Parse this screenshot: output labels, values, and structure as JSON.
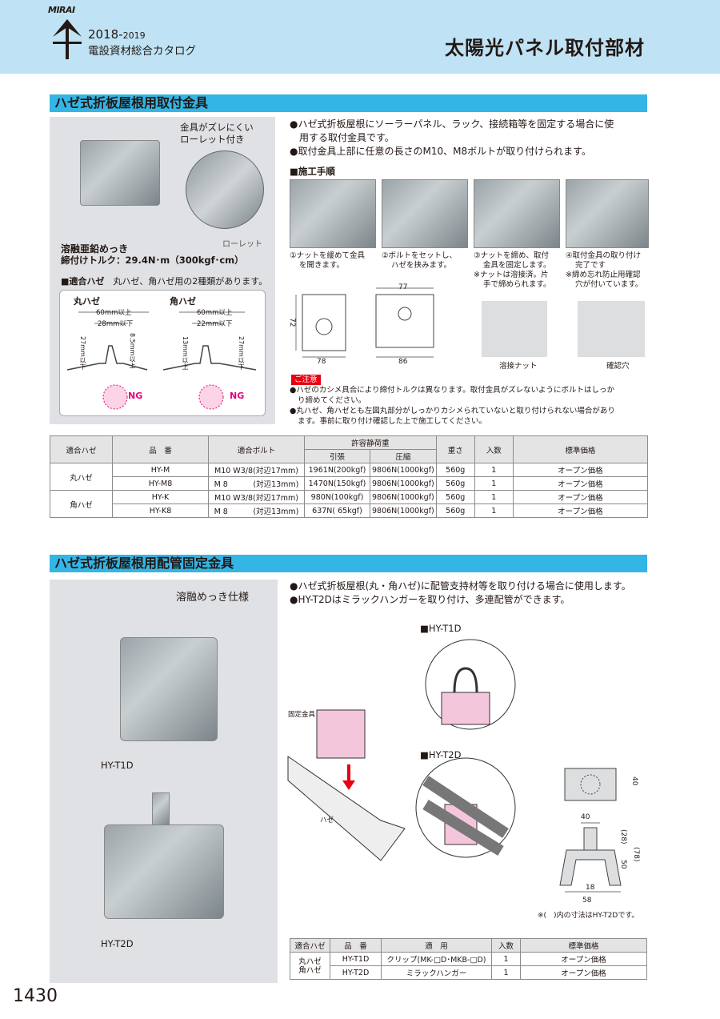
{
  "header": {
    "logo_text": "MIRAI",
    "catalog_year": "2018-",
    "catalog_year_end": "2019",
    "catalog_name": "電設資材総合カタログ",
    "page_title": "太陽光パネル取付部材"
  },
  "section1": {
    "title": "ハゼ式折板屋根用取付金具",
    "callout_knurl": "金具がズレにくい\nローレット付き",
    "knurl_label": "ローレット",
    "plating": "溶融亜鉛めっき",
    "torque": "締付けトルク：29.4N･m（300kgf･cm）",
    "applicable_heading": "■適合ハゼ",
    "applicable_text": "丸ハゼ、角ハゼ用の2種類があります。",
    "round_seam": {
      "label": "丸ハゼ",
      "dim1": "60mm以上",
      "dim2": "28mm以下",
      "dim3": "27mm以下",
      "dim4": "8.5mm以上",
      "ng": "NG"
    },
    "square_seam": {
      "label": "角ハゼ",
      "dim1": "60mm以上",
      "dim2": "22mm以下",
      "dim3": "13mm以上",
      "dim4": "27mm以下",
      "ng": "NG"
    },
    "bullets": [
      "●ハゼ式折板屋根にソーラーパネル、ラック、接続箱等を固定する場合に使",
      "用する取付金具です。",
      "●取付金具上部に任意の長さのM10、M8ボルトが取り付けられます。"
    ],
    "procedure_heading": "■施工手順",
    "steps": [
      {
        "line1": "①ナットを緩めて金具",
        "line2": "を開きます。",
        "line3": "",
        "line4": ""
      },
      {
        "line1": "②ボルトをセットし、",
        "line2": "ハゼを挟みます。",
        "line3": "",
        "line4": ""
      },
      {
        "line1": "③ナットを締め、取付",
        "line2": "金具を固定します。",
        "line3": "※ナットは溶接済。片",
        "line4": "手で締められます。"
      },
      {
        "line1": "④取付金具の取り付け",
        "line2": "完了です",
        "line3": "※締め忘れ防止用確認",
        "line4": "穴が付いています。"
      }
    ],
    "dims": {
      "d72": "72",
      "d78": "78",
      "d77": "77",
      "d86": "86"
    },
    "weld_nut": "溶接ナット",
    "check_hole": "確認穴",
    "caution_label": "ご注意",
    "cautions": [
      "●ハゼのカシメ具合により締付トルクは異なります。取付金具がズレないようにボルトはしっか",
      "り締めてください。",
      "●丸ハゼ、角ハゼとも左図丸部分がしっかりカシメられていないと取り付けられない場合があり",
      "ます。事前に取り付け確認した上で施工してください。"
    ],
    "table": {
      "headers": [
        "適合ハゼ",
        "品　番",
        "適合ボルト",
        "許容静荷重",
        "引張",
        "圧縮",
        "重さ",
        "入数",
        "標準価格"
      ],
      "groups": [
        {
          "seam": "丸ハゼ",
          "rows": [
            {
              "model": "HY-M",
              "bolt": "M10 W3/8(対辺17mm)",
              "tension": "1961N(200kgf)",
              "compression": "9806N(1000kgf)",
              "weight": "560g",
              "qty": "1",
              "price": "オープン価格"
            },
            {
              "model": "HY-M8",
              "bolt": "M 8 　　　(対辺13mm)",
              "tension": "1470N(150kgf)",
              "compression": "9806N(1000kgf)",
              "weight": "560g",
              "qty": "1",
              "price": "オープン価格"
            }
          ]
        },
        {
          "seam": "角ハゼ",
          "rows": [
            {
              "model": "HY-K",
              "bolt": "M10 W3/8(対辺17mm)",
              "tension": "980N(100kgf)",
              "compression": "9806N(1000kgf)",
              "weight": "560g",
              "qty": "1",
              "price": "オープン価格"
            },
            {
              "model": "HY-K8",
              "bolt": "M 8 　　　(対辺13mm)",
              "tension": "637N( 65kgf)",
              "compression": "9806N(1000kgf)",
              "weight": "560g",
              "qty": "1",
              "price": "オープン価格"
            }
          ]
        }
      ]
    }
  },
  "section2": {
    "title": "ハゼ式折板屋根用配管固定金具",
    "plating": "溶融めっき仕様",
    "photo1_label": "HY-T1D",
    "photo2_label": "HY-T2D",
    "bullets": [
      "●ハゼ式折板屋根(丸・角ハゼ)に配管支持材等を取り付ける場合に使用します。",
      "●HY-T2Dはミラックハンガーを取り付け、多連配管ができます。"
    ],
    "diagram_t1d": "■HY-T1D",
    "diagram_t2d": "■HY-T2D",
    "fixture_label": "固定金具",
    "seam_label": "ハゼ",
    "dims": {
      "d40a": "40",
      "d40b": "40",
      "d28": "(28)",
      "d50": "50",
      "d78": "(78)",
      "d18": "18",
      "d58": "58"
    },
    "dim_note": "※(　)内の寸法はHY-T2Dです。",
    "table": {
      "headers": [
        "適合ハゼ",
        "品　番",
        "適　用",
        "入数",
        "標準価格"
      ],
      "seam": "丸ハゼ\n角ハゼ",
      "rows": [
        {
          "model": "HY-T1D",
          "use": "クリップ(MK-□D･MKB-□D)",
          "qty": "1",
          "price": "オープン価格"
        },
        {
          "model": "HY-T2D",
          "use": "ミラックハンガー",
          "qty": "1",
          "price": "オープン価格"
        }
      ]
    }
  },
  "page_number": "1430"
}
